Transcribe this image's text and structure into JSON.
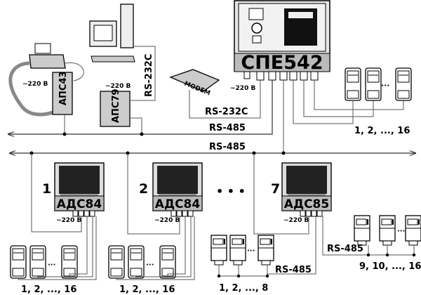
{
  "controller": {
    "name": "СПЕ542"
  },
  "modem": {
    "label": "MODEM"
  },
  "adapters": {
    "aps43": "АПС43",
    "aps79": "АПС79"
  },
  "power": "~220 В",
  "links": {
    "rs232_vertical": "RS-232C",
    "rs232_modem": "RS-232C",
    "rs485_upper": "RS-485",
    "rs485_main": "RS-485",
    "rs485_ads85_left": "RS-485",
    "rs485_ads85_right": "RS-485"
  },
  "spe_meters_range": "1, 2, ..., 16",
  "adapters_lower": [
    {
      "number": "1",
      "model": "АДС84",
      "meters_range": "1, 2, ..., 16"
    },
    {
      "number": "2",
      "model": "АДС84",
      "meters_range": "1, 2, ..., 16"
    },
    {
      "number": "7",
      "model": "АДС85",
      "meters_range_a": "1, 2, ..., 8",
      "meters_range_b": "9, 10, ..., 16"
    }
  ],
  "ellipsis": "• • •"
}
